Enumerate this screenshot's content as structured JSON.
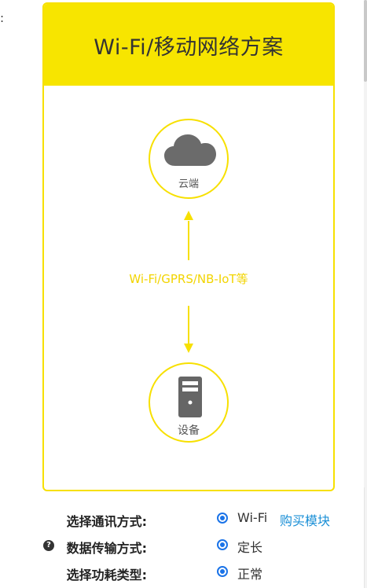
{
  "stray_colon": ":",
  "card": {
    "title": "Wi-Fi/移动网络方案",
    "cloud_label": "云端",
    "protocol_label": "Wi-Fi/GPRS/NB-IoT等",
    "device_label": "设备",
    "accent_color": "#F7E500"
  },
  "form": {
    "comm_method": {
      "label": "选择通讯方式:",
      "value": "Wi-Fi",
      "link": "购买模块"
    },
    "data_mode": {
      "label": "数据传输方式:",
      "value": "定长",
      "help_icon": "question-circle-icon"
    },
    "power_type": {
      "label": "选择功耗类型:",
      "value": "正常"
    }
  }
}
